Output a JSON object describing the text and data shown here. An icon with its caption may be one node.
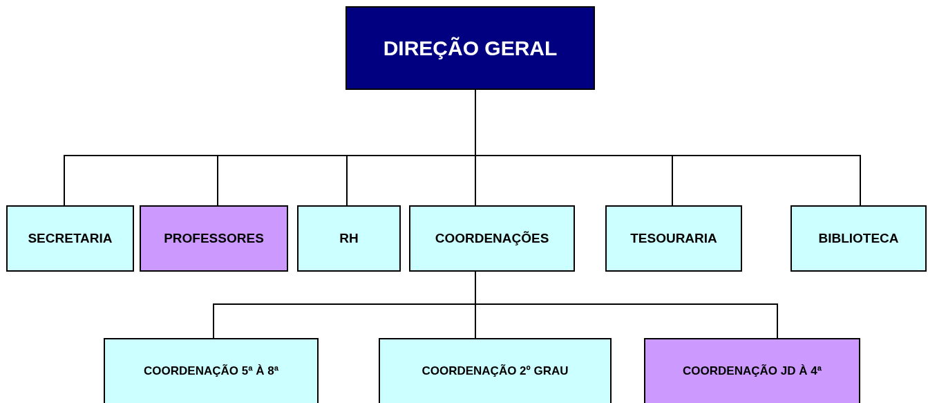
{
  "diagram": {
    "nodes": [
      {
        "text": [
          "DIREÇÃO GERAL"
        ]
      },
      {
        "text": [
          "SECRETARIA"
        ]
      },
      {
        "text": [
          "PROFESSORES"
        ]
      },
      {
        "text": [
          "RH"
        ]
      },
      {
        "text": [
          "COORDENAÇÕES"
        ]
      },
      {
        "text": [
          "TESOURARIA"
        ]
      },
      {
        "text": [
          "BIBLIOTECA"
        ]
      },
      {
        "text": [
          "COORDENAÇÃO 5ª À 8ª"
        ]
      },
      {
        "text": [
          "COORDENAÇÃO 2º GRAU"
        ]
      },
      {
        "text": [
          "COORDENAÇÃO JD À 4ª"
        ]
      }
    ],
    "edges": [
      {
        "from": 0,
        "to": 1,
        "arrow": "none"
      },
      {
        "from": 0,
        "to": 2,
        "arrow": "none"
      },
      {
        "from": 0,
        "to": 3,
        "arrow": "none"
      },
      {
        "from": 0,
        "to": 4,
        "arrow": "none"
      },
      {
        "from": 0,
        "to": 5,
        "arrow": "none"
      },
      {
        "from": 0,
        "to": 6,
        "arrow": "none"
      },
      {
        "from": 4,
        "to": 7,
        "arrow": "none"
      },
      {
        "from": 4,
        "to": 8,
        "arrow": "none"
      },
      {
        "from": 4,
        "to": 9,
        "arrow": "none"
      }
    ]
  }
}
